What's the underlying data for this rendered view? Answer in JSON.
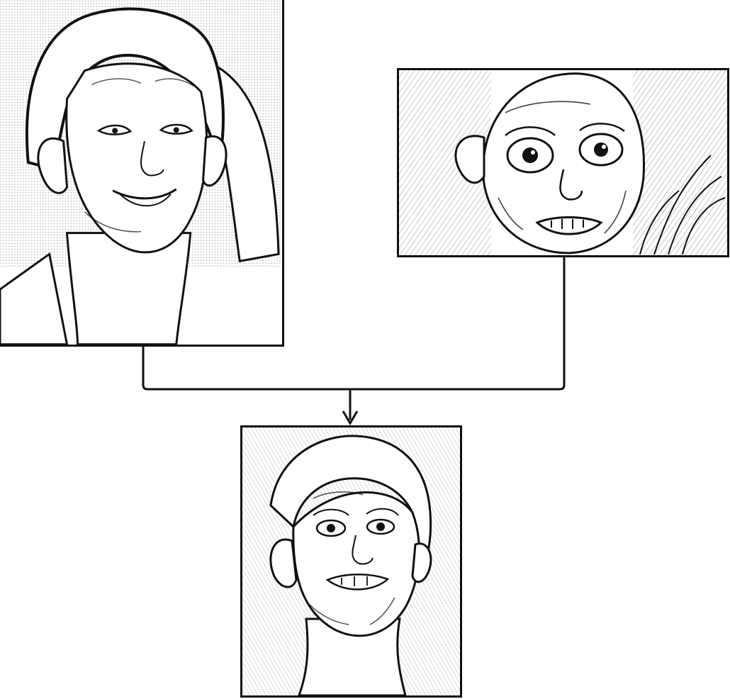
{
  "diagram": {
    "nodes": [
      {
        "id": "source",
        "role": "source-face-image"
      },
      {
        "id": "target",
        "role": "target-face-image"
      },
      {
        "id": "result",
        "role": "swapped-face-result"
      }
    ],
    "edges": [
      {
        "from": "source",
        "to": "result"
      },
      {
        "from": "target",
        "to": "result"
      }
    ],
    "style": {
      "line_color": "#111111",
      "paper_color": "#ffffff",
      "sketch_gray": "#bdbdbd"
    }
  }
}
